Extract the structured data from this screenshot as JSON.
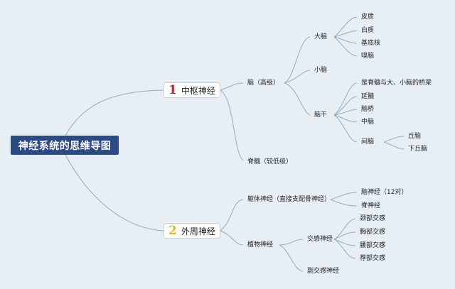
{
  "root": {
    "label": "神经系统的思维导图"
  },
  "branch1": {
    "number": "1",
    "label": "中枢神经",
    "brain": {
      "label": "脑（高级）",
      "cerebrum": {
        "label": "大脑",
        "children": [
          "皮质",
          "白质",
          "基底核",
          "嗅脑"
        ]
      },
      "cerebellum": {
        "label": "小脑"
      },
      "brainstem": {
        "label": "脑干",
        "children": [
          "是脊髓与大、小脑的桥梁",
          "延髓",
          "脑桥",
          "中脑"
        ],
        "diencephalon": {
          "label": "间脑",
          "children": [
            "丘脑",
            "下丘脑"
          ]
        }
      }
    },
    "spinal": {
      "label": "脊髓（较低级）"
    }
  },
  "branch2": {
    "number": "2",
    "label": "外周神经",
    "somatic": {
      "label": "躯体神经（直接支配骨神经）",
      "children": [
        "脑神经（12对）",
        "脊神经"
      ]
    },
    "autonomic": {
      "label": "植物神经",
      "sympathetic": {
        "label": "交感神经",
        "children": [
          "颈部交感",
          "胸部交感",
          "腰部交感",
          "荐部交感"
        ]
      },
      "parasympathetic": {
        "label": "副交感神经"
      }
    }
  }
}
